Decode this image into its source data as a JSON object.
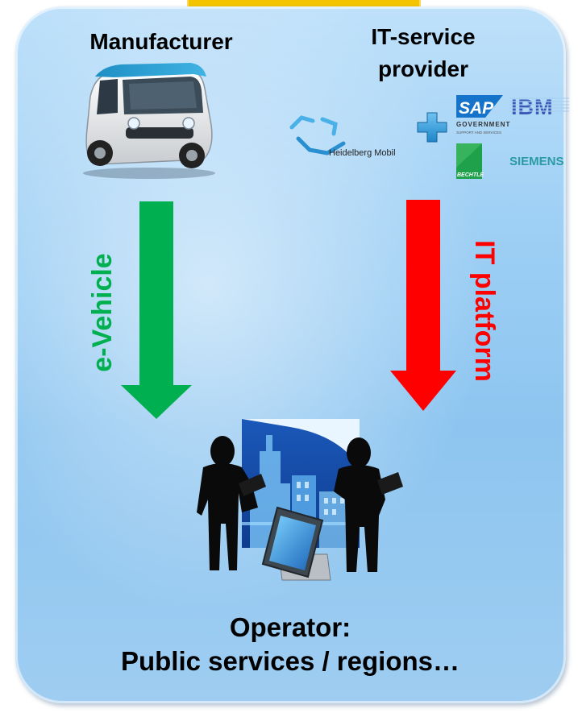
{
  "diagram": {
    "manufacturer_label": "Manufacturer",
    "it_provider_label_line1": "IT-service",
    "it_provider_label_line2": "provider",
    "ev_arrow_label": "e-Vehicle",
    "it_arrow_label": "IT platform",
    "operator_line1": "Operator:",
    "operator_line2": "Public services / regions…"
  },
  "logos": {
    "heidelberg": "Heidelberg Mobil",
    "sap": "SAP",
    "sap_sub1": "GOVERNMENT",
    "sap_sub2": "SUPPORT AND SERVICES",
    "ibm": "IBM",
    "bechtle": "BECHTLE",
    "siemens": "SIEMENS"
  },
  "colors": {
    "ev_arrow": "#00b050",
    "it_arrow": "#ff0000",
    "panel": "#9fd0f5",
    "tab": "#f5c400"
  }
}
